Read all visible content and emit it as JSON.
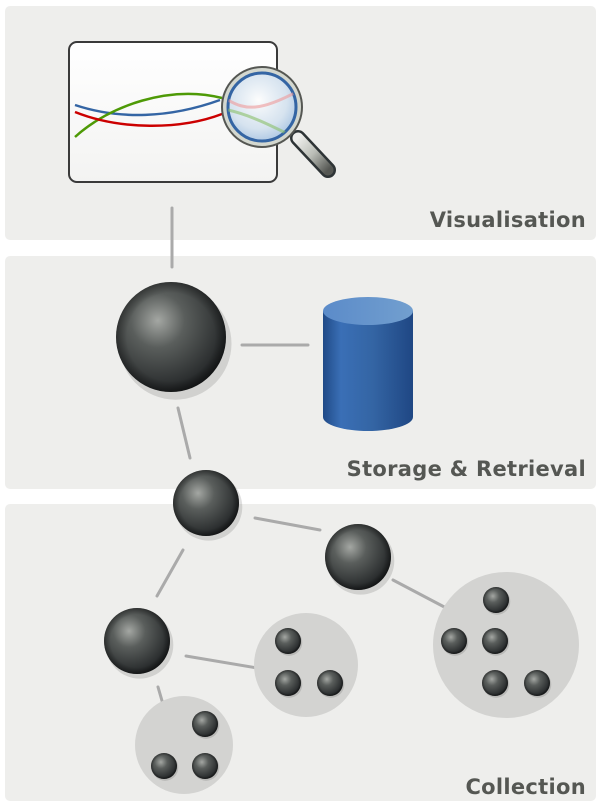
{
  "panels": {
    "visualisation": {
      "label": "Visualisation"
    },
    "storage": {
      "label": "Storage & Retrieval"
    },
    "collection": {
      "label": "Collection"
    }
  },
  "colors": {
    "panel_bg": "#eeeeec",
    "label_text": "#555753",
    "connector": "#aaaaaa",
    "node_dark": "#2e3436",
    "cluster_bg": "#d3d3d1",
    "database_blue": "#3465a4",
    "curve_blue": "#3465a4",
    "curve_green": "#4e9a06",
    "curve_red": "#cc0000"
  },
  "icons": [
    "chart-window-icon",
    "magnifier-icon",
    "database-icon",
    "sphere-node-icon"
  ]
}
